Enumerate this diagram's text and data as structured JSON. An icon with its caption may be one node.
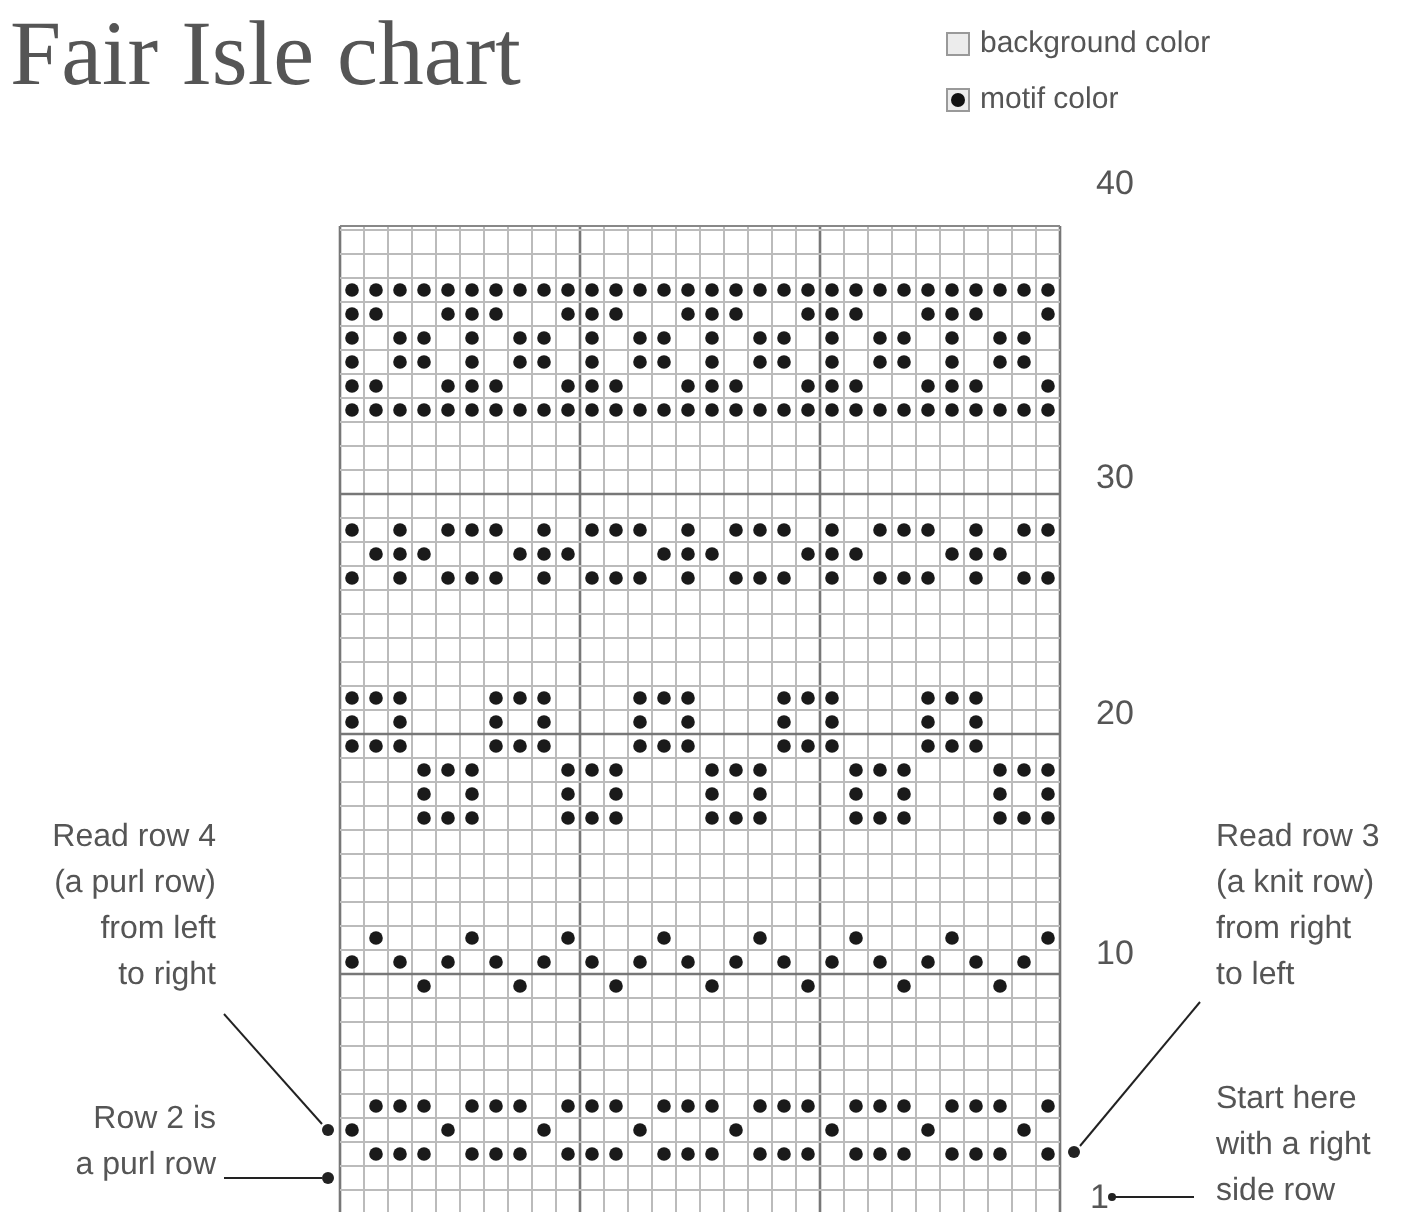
{
  "diagram": {
    "title": "Fair Isle chart",
    "nodes": [
      {
        "text": [
          "Read row 4 (a purl row) from left to right"
        ]
      },
      {
        "text": [
          "Read row 3 (a knit row) from right to left"
        ]
      },
      {
        "text": [
          "Row 2 is a purl row"
        ]
      },
      {
        "text": [
          "Start here with a right side row"
        ]
      },
      {
        "text": [
          "1"
        ]
      },
      {
        "text": [],
        "shape": "circle"
      },
      {
        "text": [],
        "shape": "circle"
      },
      {
        "text": [],
        "shape": "circle"
      }
    ],
    "edges": [
      {
        "from": 0,
        "to": 5,
        "arrow": "none"
      },
      {
        "from": 1,
        "to": 6,
        "arrow": "none"
      },
      {
        "from": 2,
        "to": 7,
        "arrow": "none"
      },
      {
        "from": 3,
        "to": 4,
        "arrow": "other"
      }
    ],
    "labels": [
      "40",
      "30",
      "20",
      "10"
    ],
    "legend": [
      {
        "text": "background color",
        "color": "#ececec"
      },
      {
        "text": "motif color"
      }
    ]
  }
}
